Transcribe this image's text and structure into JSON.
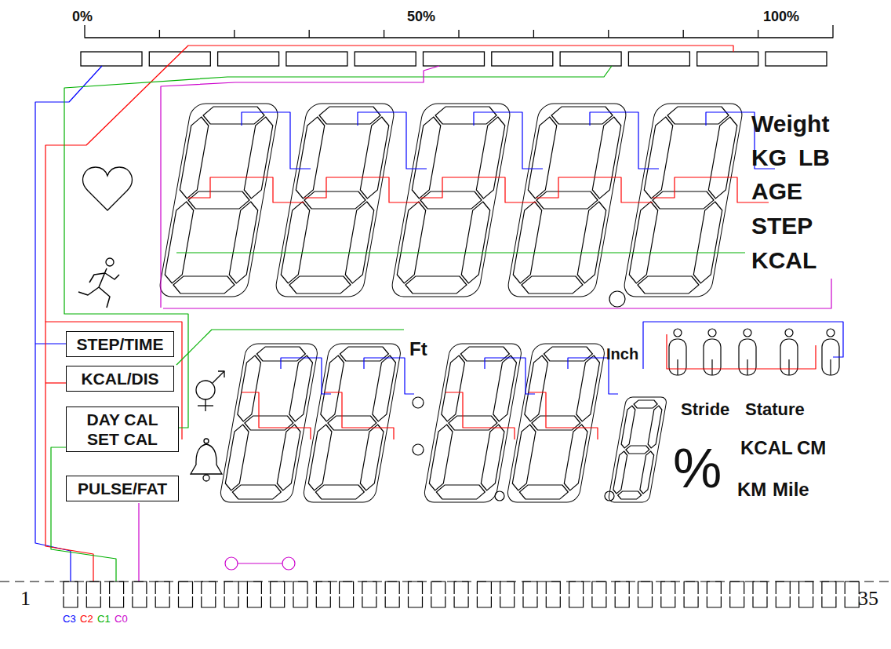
{
  "diagram": {
    "nodes": [
      {
        "text": [
          "STEP/TIME"
        ]
      },
      {
        "text": [
          "KCAL/DIS"
        ]
      },
      {
        "text": [
          "DAY CAL SET CAL"
        ]
      },
      {
        "text": [
          "PULSE/FAT"
        ]
      }
    ],
    "labels": [
      "0%",
      "50%",
      "100%",
      "Weight",
      "KG",
      "LB",
      "AGE",
      "STEP",
      "KCAL",
      "Ft",
      "Inch",
      "Stride",
      "Stature",
      "KCAL",
      "CM",
      "%",
      "KM",
      "Mile",
      "1",
      "35",
      "C3",
      "C2",
      "C1",
      "C0"
    ]
  }
}
